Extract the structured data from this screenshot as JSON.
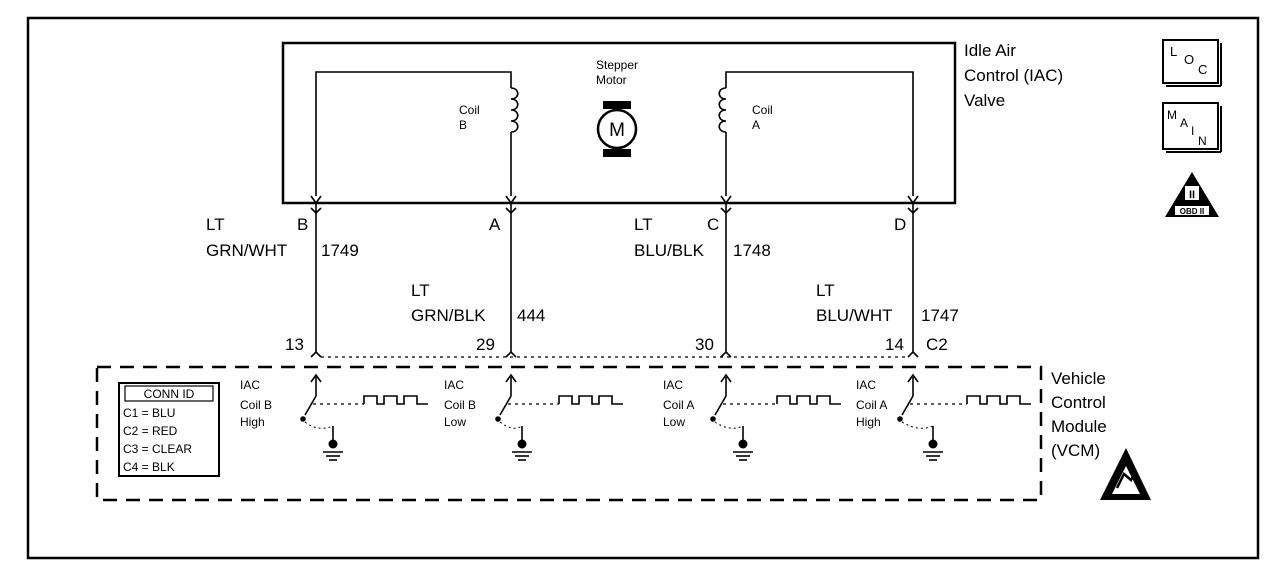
{
  "iac_valve": {
    "title_lines": [
      "Idle Air",
      "Control (IAC)",
      "Valve"
    ],
    "coil_b": [
      "Coil",
      "B"
    ],
    "coil_a": [
      "Coil",
      "A"
    ],
    "stepper": [
      "Stepper",
      "Motor"
    ],
    "motor_symbol": "M"
  },
  "wires": [
    {
      "pin": "B",
      "color_top": "LT",
      "color_bottom": "GRN/WHT",
      "circuit": "1749",
      "vcm_pin": "13"
    },
    {
      "pin": "A",
      "color_top": "LT",
      "color_bottom": "GRN/BLK",
      "circuit": "444",
      "vcm_pin": "29"
    },
    {
      "pin": "C",
      "color_top": "LT",
      "color_bottom": "BLU/BLK",
      "circuit": "1748",
      "vcm_pin": "30"
    },
    {
      "pin": "D",
      "color_top": "LT",
      "color_bottom": "BLU/WHT",
      "circuit": "1747",
      "vcm_pin": "14"
    }
  ],
  "connector_label": "C2",
  "vcm": {
    "title_lines": [
      "Vehicle",
      "Control",
      "Module",
      "(VCM)"
    ],
    "drivers": [
      {
        "lines": [
          "IAC",
          "Coil B",
          "High"
        ]
      },
      {
        "lines": [
          "IAC",
          "Coil B",
          "Low"
        ]
      },
      {
        "lines": [
          "IAC",
          "Coil A",
          "Low"
        ]
      },
      {
        "lines": [
          "IAC",
          "Coil A",
          "High"
        ]
      }
    ]
  },
  "conn_id": {
    "title": "CONN ID",
    "rows": [
      "C1 = BLU",
      "C2 = RED",
      "C3 = CLEAR",
      "C4 = BLK"
    ]
  },
  "icons": {
    "loc": {
      "big": "L",
      "small": "O",
      "sub": "C"
    },
    "main": {
      "a": "M",
      "b": "A",
      "c": "I",
      "d": "N"
    },
    "obd": {
      "roman": "II",
      "label": "OBD II"
    }
  }
}
